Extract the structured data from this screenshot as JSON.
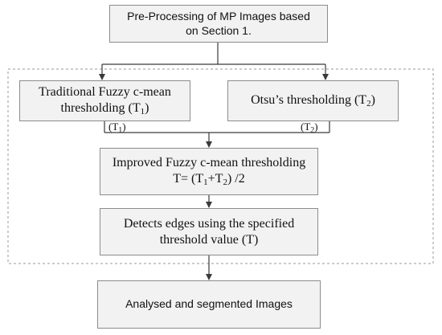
{
  "nodes": {
    "preprocess": {
      "line1": "Pre-Processing of MP Images based",
      "line2": "on Section 1."
    },
    "fcm": {
      "line1": "Traditional Fuzzy c-mean",
      "line2_prefix": "thresholding (T",
      "line2_sub": "1",
      "line2_suffix": ")"
    },
    "otsu": {
      "prefix": "Otsu’s thresholding (T",
      "sub": "2",
      "suffix": ")"
    },
    "improved": {
      "line1": "Improved Fuzzy c-mean thresholding",
      "line2_a": "T= (T",
      "line2_sub1": "1",
      "line2_b": "+T",
      "line2_sub2": "2",
      "line2_c": ") /2"
    },
    "edges": {
      "line1": "Detects edges using the specified",
      "line2": "threshold value (T)"
    },
    "output": {
      "line1": "Analysed and segmented Images"
    }
  },
  "edge_labels": {
    "t1": {
      "prefix": "(T",
      "sub": "1",
      "suffix": ")"
    },
    "t2": {
      "prefix": "(T",
      "sub": "2",
      "suffix": ")"
    }
  },
  "colors": {
    "box_fill": "#f2f2f2",
    "box_border": "#8c8c8c",
    "arrow": "#3a3a3a",
    "group_border": "#9a9a9a"
  }
}
